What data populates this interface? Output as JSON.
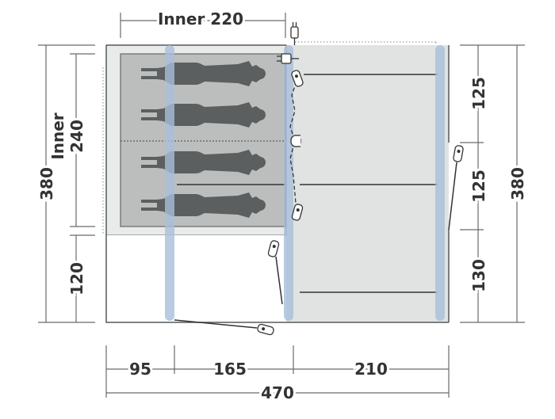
{
  "labels": {
    "inner_width": "Inner 220",
    "inner_height_word": "Inner",
    "inner_height_value": "240",
    "left_total": "380",
    "left_bottom": "120",
    "right_top": "125",
    "right_middle": "125",
    "right_bottom": "130",
    "right_total": "380",
    "bottom_a": "95",
    "bottom_b": "165",
    "bottom_c": "210",
    "bottom_total": "470"
  },
  "icons": [
    "power-plug-icon",
    "power-socket-icon",
    "door-zip-icon",
    "person-icon"
  ],
  "colors": {
    "floor": "#e1e3e2",
    "inner_fill": "#bcbebe",
    "wall": "#555a5a",
    "pole": "#a9bedb",
    "dimension": "#6a6a6a",
    "person": "#5b5f5f",
    "text": "#333333"
  }
}
